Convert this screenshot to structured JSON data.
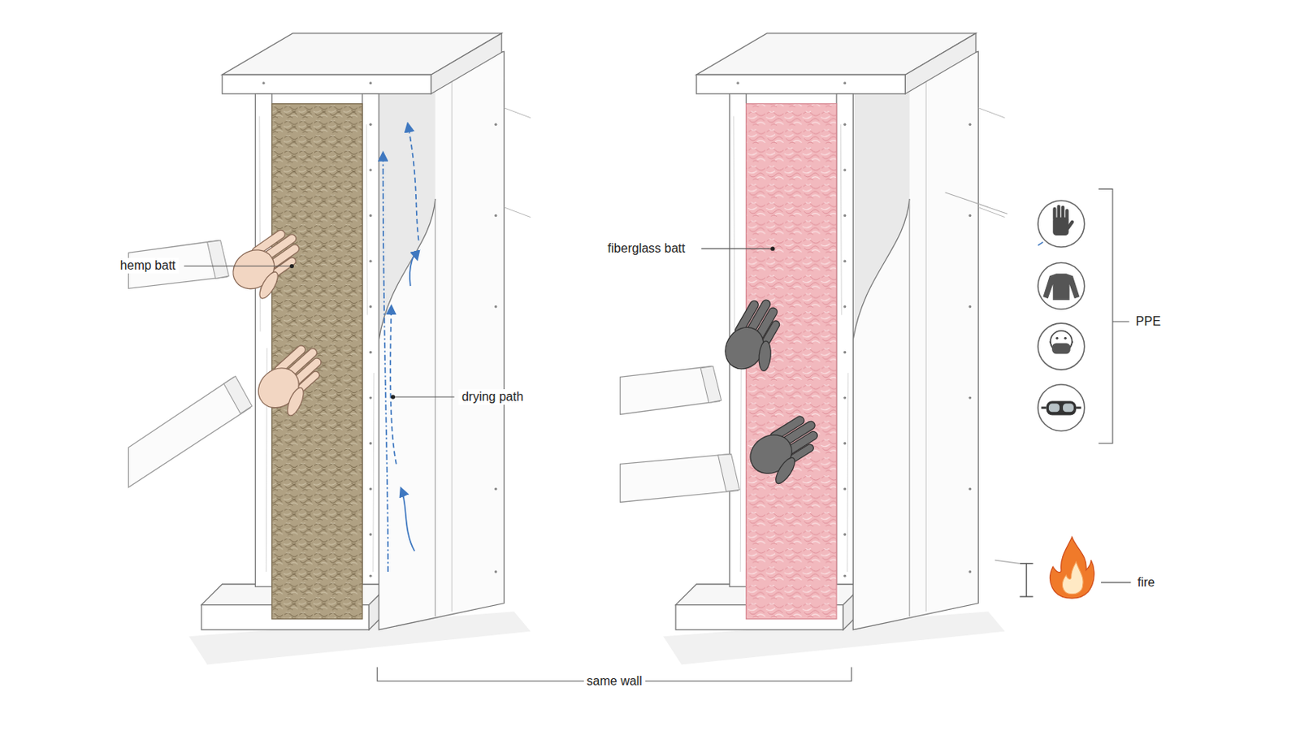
{
  "diagram": {
    "labels": [
      "hemp batt",
      "drying path",
      "fiberglass batt",
      "PPE",
      "fire",
      "same wall"
    ]
  }
}
